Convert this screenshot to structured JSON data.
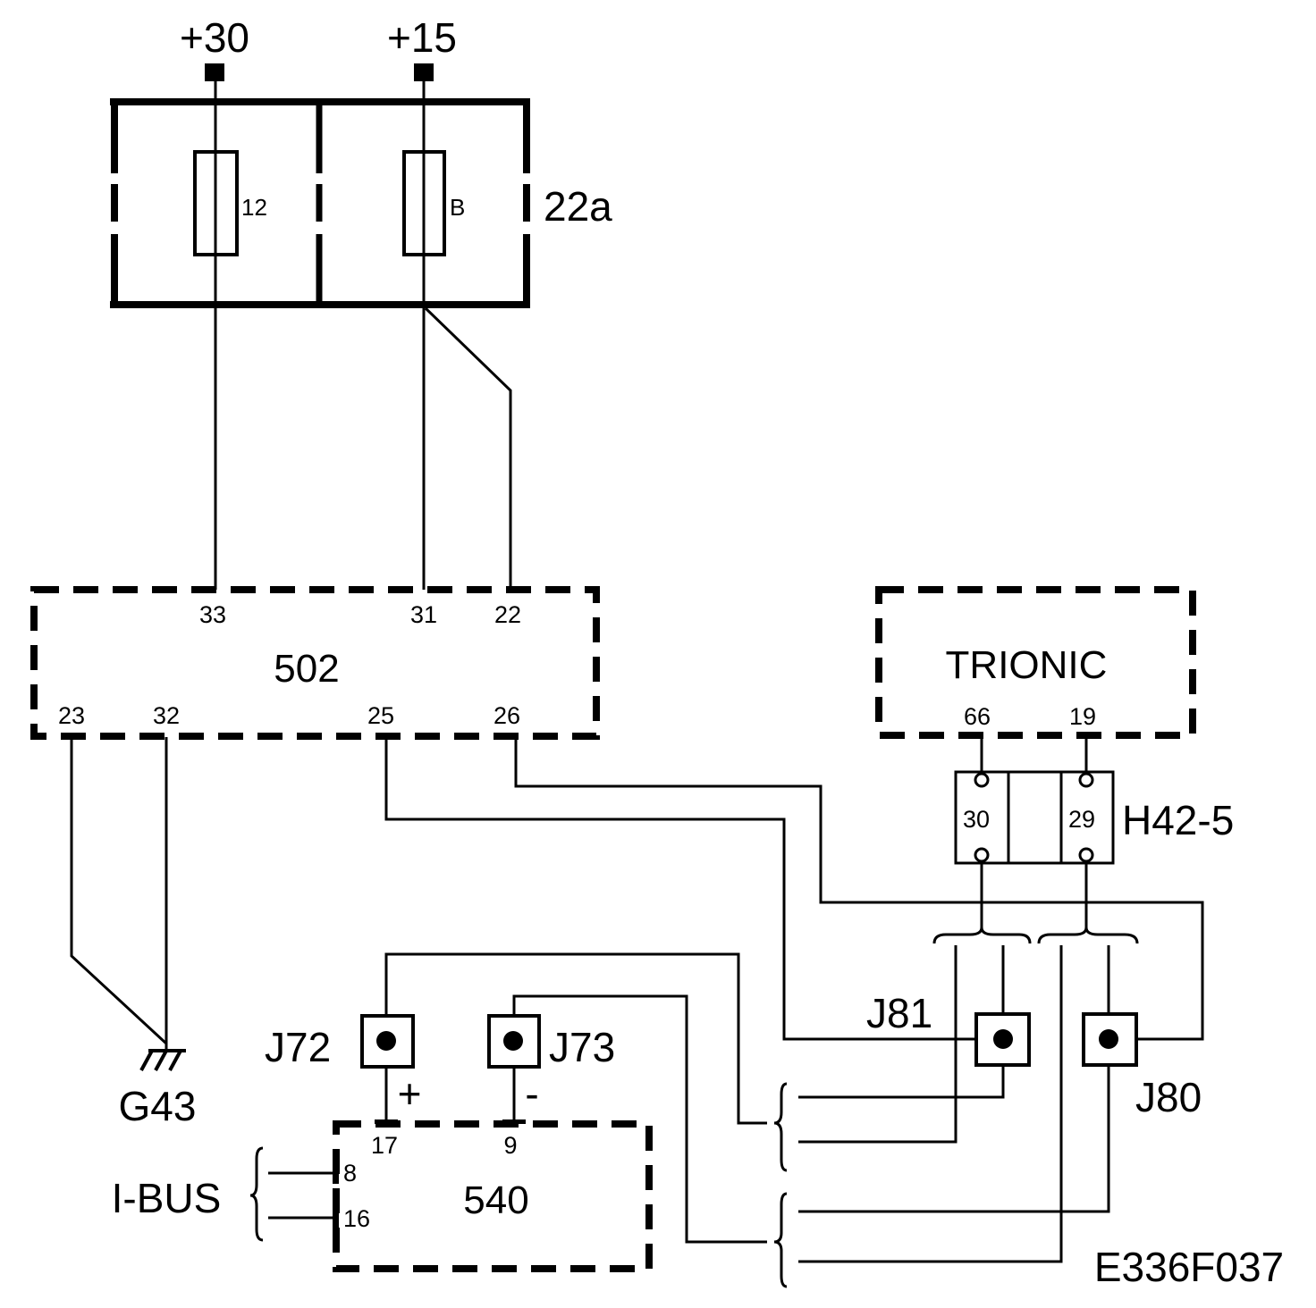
{
  "supply": {
    "plus30": "+30",
    "plus15": "+15"
  },
  "fuse_box": {
    "label": "22a",
    "fuse_left": "12",
    "fuse_right": "B"
  },
  "module_502": {
    "label": "502",
    "pins_top": [
      "33",
      "31",
      "22"
    ],
    "pins_bottom": [
      "23",
      "32",
      "25",
      "26"
    ]
  },
  "trionic": {
    "label": "TRIONIC",
    "pins": [
      "66",
      "19"
    ]
  },
  "connector_h42": {
    "label": "H42-5",
    "pins": [
      "30",
      "29"
    ]
  },
  "junctions": {
    "j72": "J72",
    "j73": "J73",
    "j81": "J81",
    "j80": "J80"
  },
  "ground": {
    "label": "G43"
  },
  "module_540": {
    "label": "540",
    "pins": [
      "17",
      "9",
      "8",
      "16"
    ],
    "plus": "+",
    "minus": "-"
  },
  "ibus": {
    "label": "I-BUS"
  },
  "drawing_ref": "E336F037"
}
